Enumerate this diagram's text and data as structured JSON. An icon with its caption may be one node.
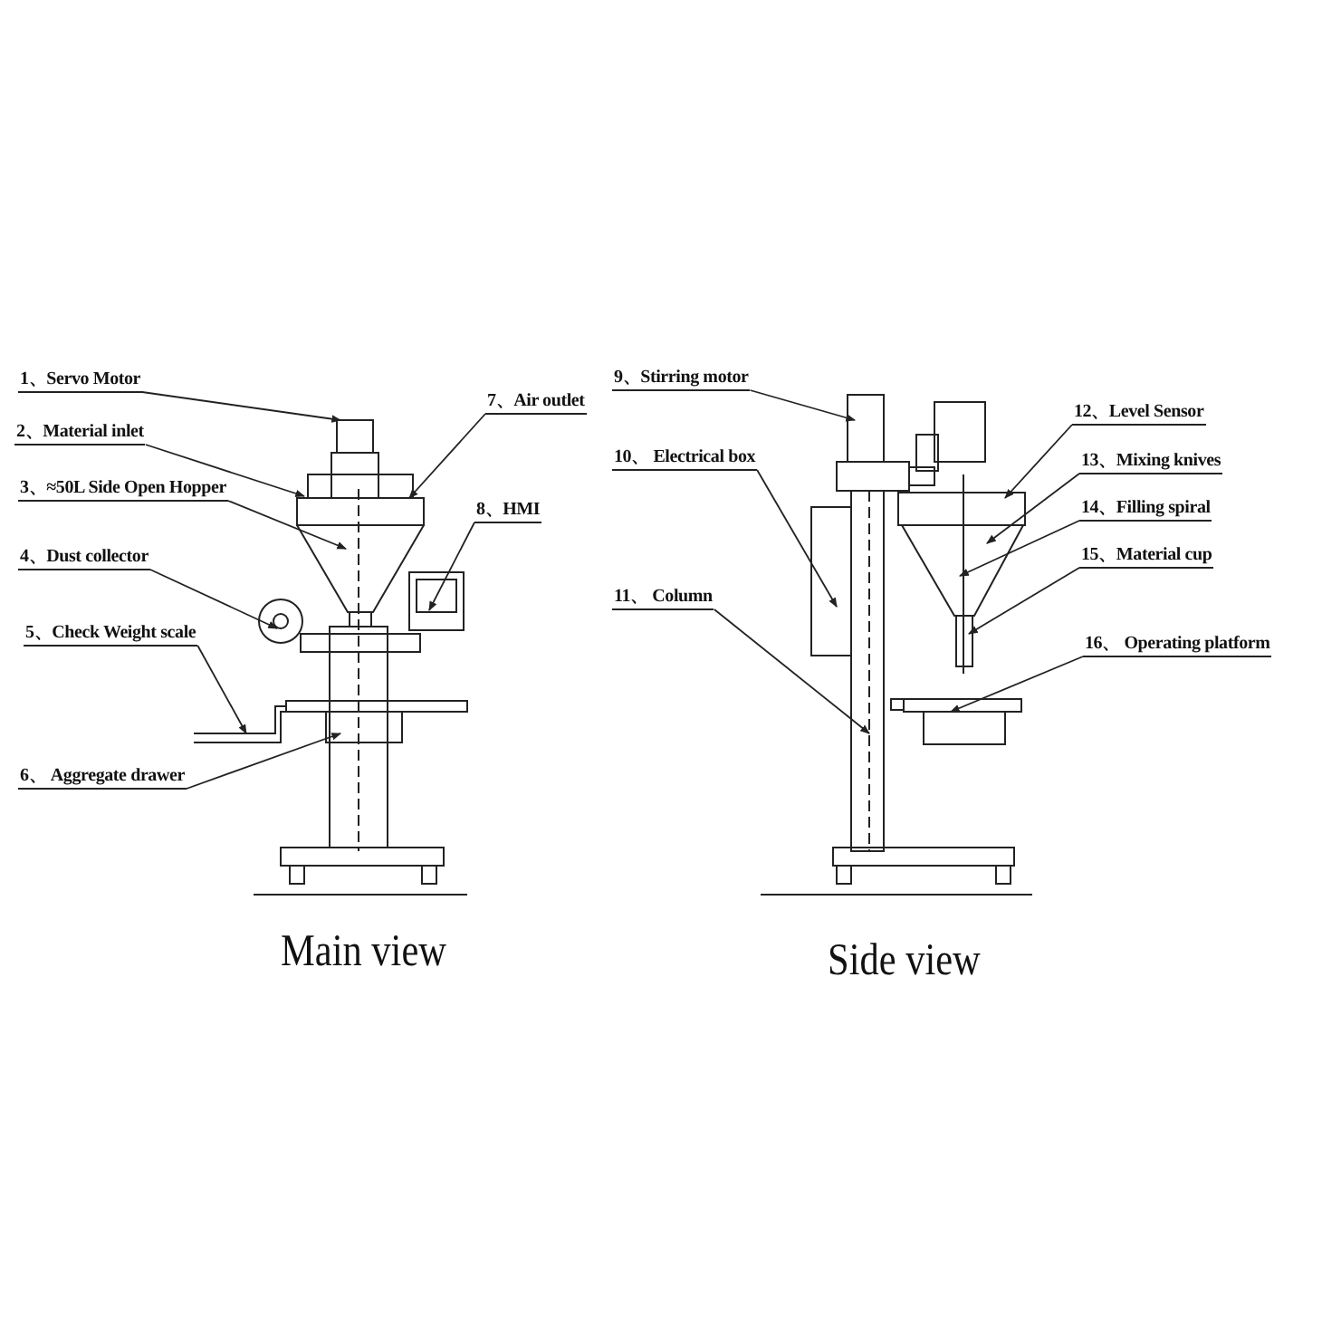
{
  "diagram": {
    "nodes": [
      {
        "text": [
          "1、Servo Motor"
        ]
      },
      {
        "text": [
          "2、Material inlet"
        ]
      },
      {
        "text": [
          "3、≈50L Side Open Hopper"
        ]
      },
      {
        "text": [
          "4、Dust collector"
        ]
      },
      {
        "text": [
          "5、Check Weight scale"
        ]
      },
      {
        "text": [
          "6、 Aggregate drawer"
        ]
      },
      {
        "text": [
          "7、Air outlet"
        ]
      },
      {
        "text": [
          "8、HMI"
        ]
      },
      {
        "text": [
          "9、Stirring motor"
        ]
      },
      {
        "text": [
          "10、 Electrical box"
        ]
      },
      {
        "text": [
          "11、 Column"
        ]
      },
      {
        "text": [
          "12、Level Sensor"
        ]
      },
      {
        "text": [
          "13、Mixing knives"
        ]
      },
      {
        "text": [
          "14、Filling spiral"
        ]
      },
      {
        "text": [
          "15、Material cup"
        ]
      },
      {
        "text": [
          "16、 Operating platform"
        ]
      }
    ],
    "edges": [
      {
        "from": 0,
        "to": null,
        "arrow": "to"
      },
      {
        "from": 1,
        "to": null,
        "arrow": "to"
      },
      {
        "from": 2,
        "to": null,
        "arrow": "to"
      },
      {
        "from": 3,
        "to": null,
        "arrow": "to"
      },
      {
        "from": 4,
        "to": null,
        "arrow": "to"
      },
      {
        "from": 5,
        "to": null,
        "arrow": "to"
      },
      {
        "from": 6,
        "to": null,
        "arrow": "to"
      },
      {
        "from": 7,
        "to": null,
        "arrow": "to"
      },
      {
        "from": 8,
        "to": null,
        "arrow": "to"
      },
      {
        "from": 9,
        "to": null,
        "arrow": "to"
      },
      {
        "from": 10,
        "to": null,
        "arrow": "to"
      },
      {
        "from": 11,
        "to": null,
        "arrow": "to"
      },
      {
        "from": 12,
        "to": null,
        "arrow": "to"
      },
      {
        "from": 13,
        "to": null,
        "arrow": "to"
      },
      {
        "from": 14,
        "to": null,
        "arrow": "to"
      },
      {
        "from": 15,
        "to": null,
        "arrow": "to"
      }
    ],
    "labels": [
      "Main view",
      "Side view"
    ]
  }
}
